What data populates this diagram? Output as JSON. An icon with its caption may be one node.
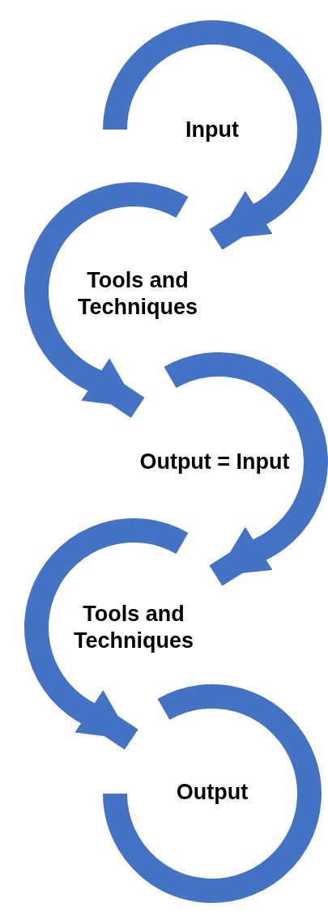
{
  "diagram": {
    "nodes": [
      {
        "text": [
          "Input"
        ]
      },
      {
        "text": [
          "Tools and Techniques"
        ]
      },
      {
        "text": [
          "Output = Input"
        ]
      },
      {
        "text": [
          "Tools and Techniques"
        ]
      },
      {
        "text": [
          "Output"
        ]
      }
    ],
    "edges": [
      {
        "from": 0,
        "to": 1,
        "arrow": "to"
      },
      {
        "from": 1,
        "to": 2,
        "arrow": "to"
      },
      {
        "from": 2,
        "to": 3,
        "arrow": "to"
      },
      {
        "from": 3,
        "to": 4,
        "arrow": "to"
      }
    ]
  }
}
